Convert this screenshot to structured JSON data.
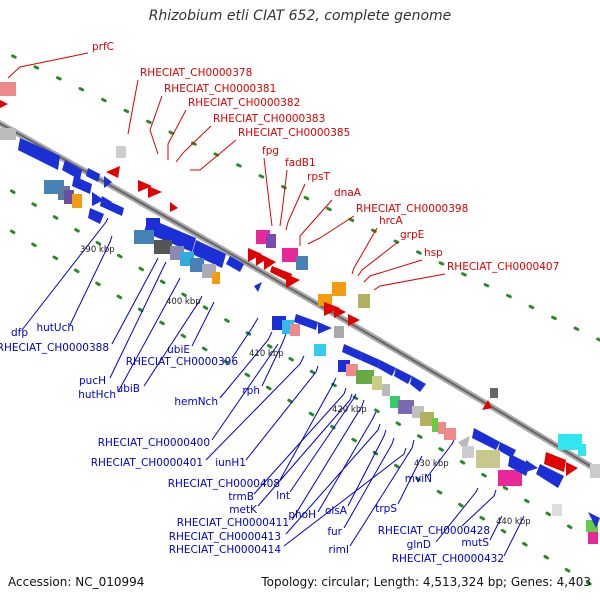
{
  "title": "Rhizobium etli CIAT 652, complete genome",
  "footer": {
    "accession": "Accession: NC_010994",
    "topology": "Topology: circular; Length: 4,513,324 bp; Genes: 4,403"
  },
  "colors": {
    "top_labels": "#dd0000",
    "bottom_labels": "#0000cc",
    "backbone": "#888888"
  },
  "ticks": [
    "390 kbp",
    "400 kbp",
    "410 kbp",
    "420 kbp",
    "430 kbp",
    "440 kbp"
  ],
  "top_labels": [
    "prfC",
    "RHECIAT_CH0000378",
    "RHECIAT_CH0000381",
    "RHECIAT_CH0000382",
    "RHECIAT_CH0000383",
    "RHECIAT_CH0000385",
    "fpg",
    "fadB1",
    "rpsT",
    "dnaA",
    "RHECIAT_CH0000398",
    "hrcA",
    "grpE",
    "hsp",
    "RHECIAT_CH0000407"
  ],
  "bottom_labels": [
    "dfp",
    "hutUch",
    "RHECIAT_CH0000388",
    "pucH",
    "hutHch",
    "ubiB",
    "RHECIAT_CH0000396",
    "ubiE",
    "hemNch",
    "rph",
    "RHECIAT_CH0000400",
    "RHECIAT_CH0000401",
    "iunH1",
    "RHECIAT_CH0000408",
    "trmB",
    "metK",
    "lnt",
    "RHECIAT_CH0000411",
    "phoH",
    "RHECIAT_CH0000413",
    "olsA",
    "fur",
    "RHECIAT_CH0000414",
    "rimI",
    "trpS",
    "mviN",
    "RHECIAT_CH0000428",
    "glnD",
    "mutS",
    "RHECIAT_CH0000432"
  ]
}
